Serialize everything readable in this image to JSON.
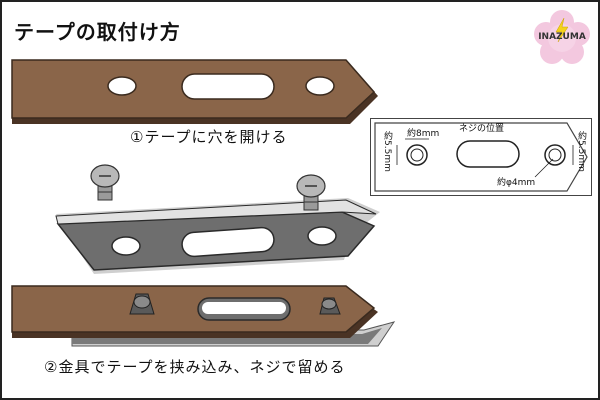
{
  "title": "テープの取付け方",
  "brand": {
    "name": "INAZUMA",
    "flower_color": "#f3c8df",
    "bolt_color": "#f4d21b"
  },
  "steps": [
    {
      "label": "①テープに穴を開ける"
    },
    {
      "label": "②金具でテープを挟み込み、ネジで留める"
    }
  ],
  "hole_diagram": {
    "label_position": "ネジの位置",
    "label_outer_diameter": "約8mm",
    "label_left_height": "約5.5mm",
    "label_right_height": "約5.5mm",
    "label_hole_diameter": "約φ4mm"
  },
  "colors": {
    "tape": "#8a6549",
    "tape_dark": "#5f4230",
    "metal": "#6e6e6e",
    "metal_edge": "#c8c8c8"
  }
}
